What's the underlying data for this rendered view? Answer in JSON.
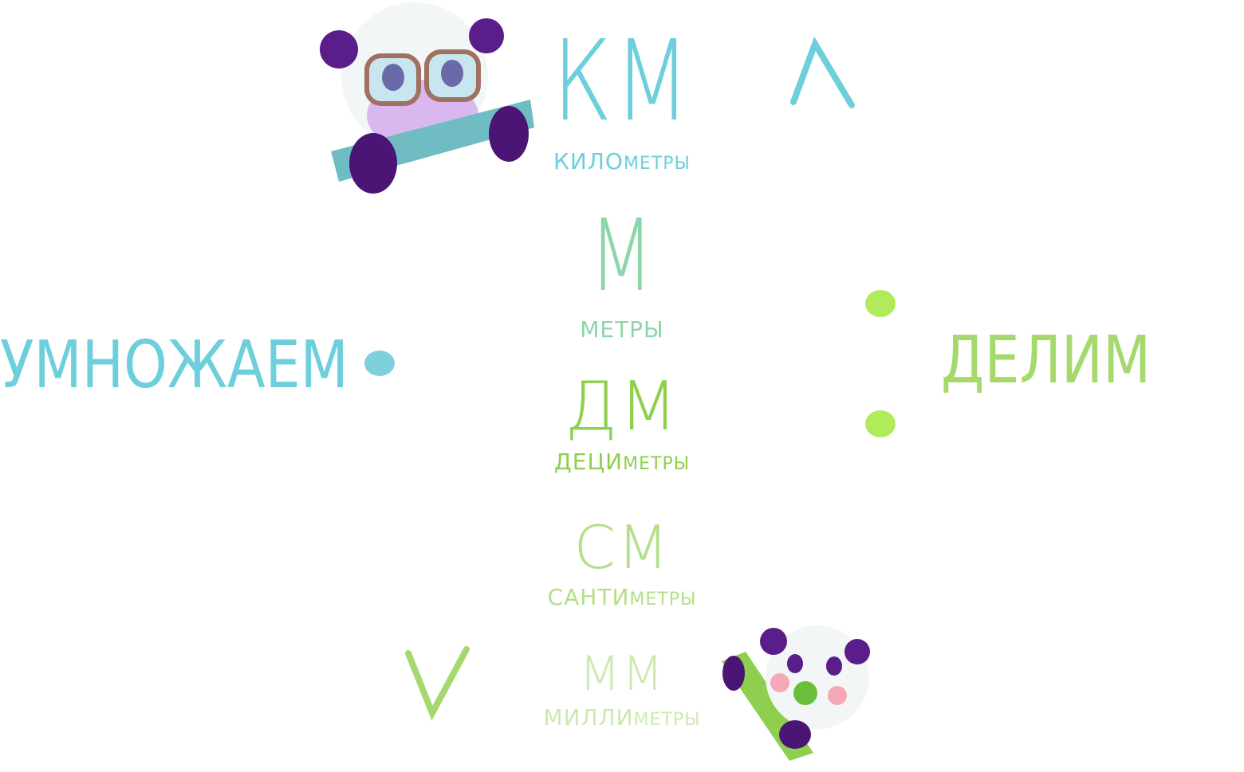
{
  "units": [
    {
      "abbr": "КМ",
      "prefix": "КИЛО",
      "suffix": "МЕТРЫ",
      "color": "#6ecfdc"
    },
    {
      "abbr": "М",
      "prefix": "",
      "suffix": "МЕТРЫ",
      "color": "#8dd6a9"
    },
    {
      "abbr": "ДМ",
      "prefix": "ДЕЦИ",
      "suffix": "МЕТРЫ",
      "color": "#8fcf4f"
    },
    {
      "abbr": "СМ",
      "prefix": "САНТИ",
      "suffix": "МЕТРЫ",
      "color": "#b3df88"
    },
    {
      "abbr": "ММ",
      "prefix": "МИЛЛИ",
      "suffix": "МЕТРЫ",
      "color": "#cde9b0"
    }
  ],
  "left": {
    "label": "УМНОЖАЕМ",
    "operator": "multiply-dot",
    "color": "#6ecfdc"
  },
  "right": {
    "label": "ДЕЛИМ",
    "operator": "divide-colon",
    "color": "#a5d96e"
  }
}
